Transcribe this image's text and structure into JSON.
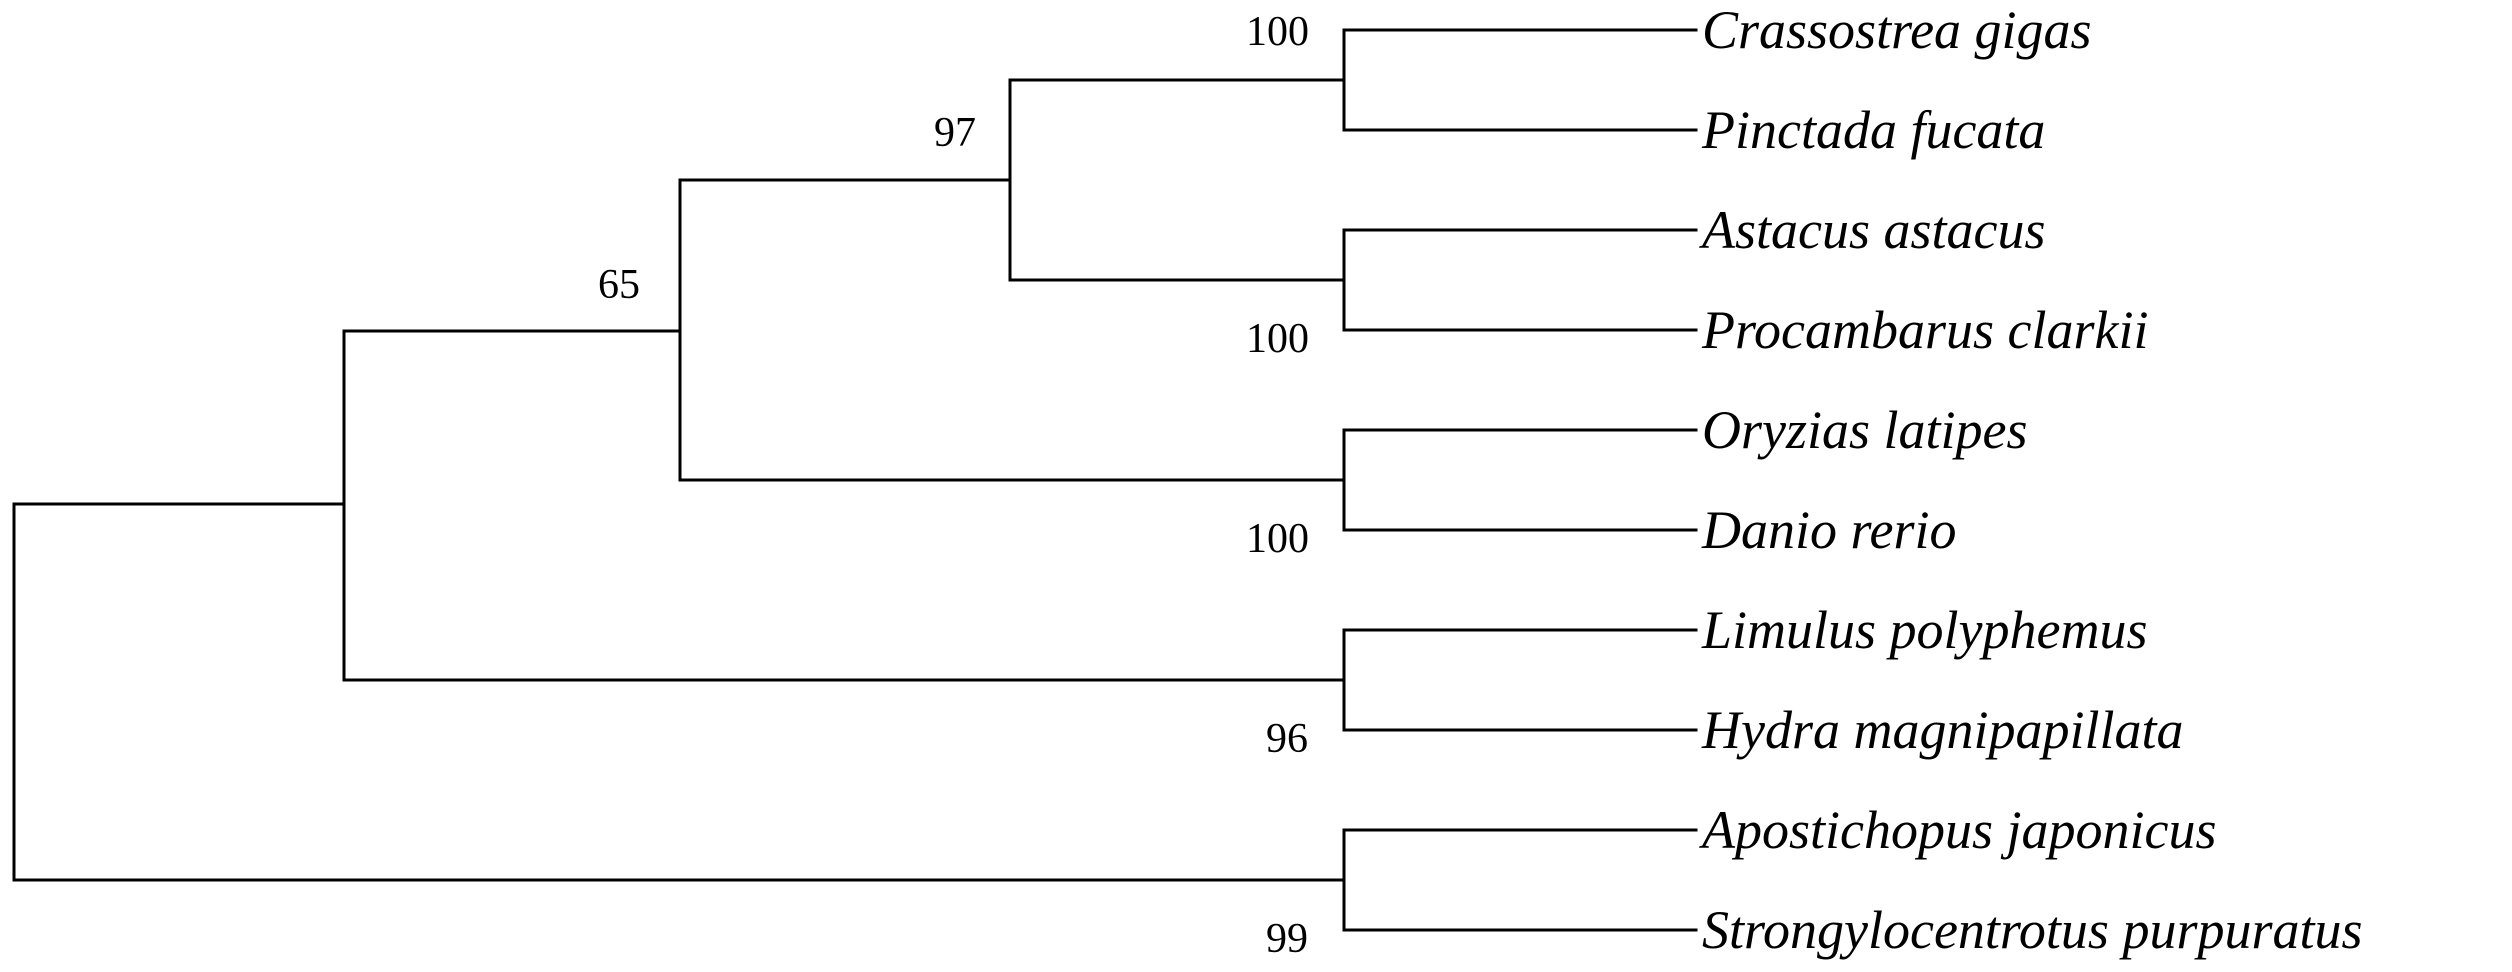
{
  "tree": {
    "taxa": [
      "Crassostrea gigas",
      "Pinctada fucata",
      "Astacus astacus",
      "Procambarus clarkii",
      "Oryzias latipes",
      "Danio rerio",
      "Limulus polyphemus",
      "Hydra magnipapillata",
      "Apostichopus japonicus",
      "Strongylocentrotus purpuratus"
    ],
    "clades": [
      {
        "members": [
          "Crassostrea gigas",
          "Pinctada fucata"
        ],
        "support": "100"
      },
      {
        "members": [
          "Astacus astacus",
          "Procambarus clarkii"
        ],
        "support": "100"
      },
      {
        "members": [
          "Crassostrea gigas",
          "Pinctada fucata",
          "Astacus astacus",
          "Procambarus clarkii"
        ],
        "support": "97"
      },
      {
        "members": [
          "Oryzias latipes",
          "Danio rerio"
        ],
        "support": "100"
      },
      {
        "members": [
          "Crassostrea gigas",
          "Pinctada fucata",
          "Astacus astacus",
          "Procambarus clarkii",
          "Oryzias latipes",
          "Danio rerio"
        ],
        "support": "65"
      },
      {
        "members": [
          "Limulus polyphemus",
          "Hydra magnipapillata"
        ],
        "support": "96"
      },
      {
        "members": [
          "Apostichopus japonicus",
          "Strongylocentrotus purpuratus"
        ],
        "support": "99"
      }
    ]
  }
}
